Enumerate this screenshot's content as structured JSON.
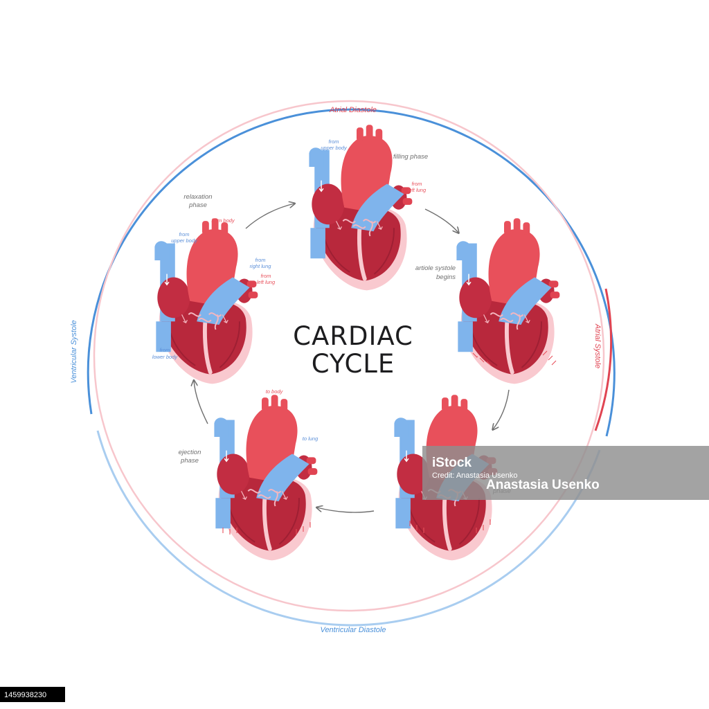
{
  "title": {
    "line1": "CARDIAC",
    "line2": "CYCLE"
  },
  "arcs": {
    "atrial_diastole": "Atrial Diastole",
    "atrial_systole": "Atrial Systole",
    "ventricular_systole": "Ventricular Systole",
    "ventricular_diastole": "Ventricular Diastole"
  },
  "phases": {
    "filling": "filling phase",
    "atrial_systole_begins_1": "artiole systole",
    "atrial_systole_begins_2": "begins",
    "relaxation_1": "relaxation",
    "relaxation_2": "phase",
    "ejection_1": "ejection",
    "ejection_2": "phase",
    "occluded": "phase"
  },
  "flow_labels": {
    "from_upper_body_a_1": "from",
    "from_upper_body_a_2": "upper body",
    "from_left_lung_a_1": "from",
    "from_left_lung_a_2": "left lung",
    "from_body": "from body",
    "from_upper_body_b_1": "from",
    "from_upper_body_b_2": "upper body",
    "from_right_lung_1": "from",
    "from_right_lung_2": "right lung",
    "from_left_lung_b_1": "from",
    "from_left_lung_b_2": "left lung",
    "from_lower_body_1": "from",
    "from_lower_body_2": "lower body",
    "to_body": "to body",
    "to_lung": "to lung"
  },
  "watermark": {
    "brand": "iStock",
    "credit": "Credit: Anastasia Usenko",
    "author": "Anastasia Usenko"
  },
  "image_id": "1459938230",
  "colors": {
    "outer_blue": "#4a90d9",
    "outer_light_blue": "#a9cdf0",
    "inner_pink": "#f7c6cc",
    "atrial_red": "#e04452",
    "vessel_blue": "#7fb4ec",
    "myocardium": "#b8283c",
    "aorta_red": "#e8505b",
    "pericardium_pink": "#f9c9cf"
  }
}
